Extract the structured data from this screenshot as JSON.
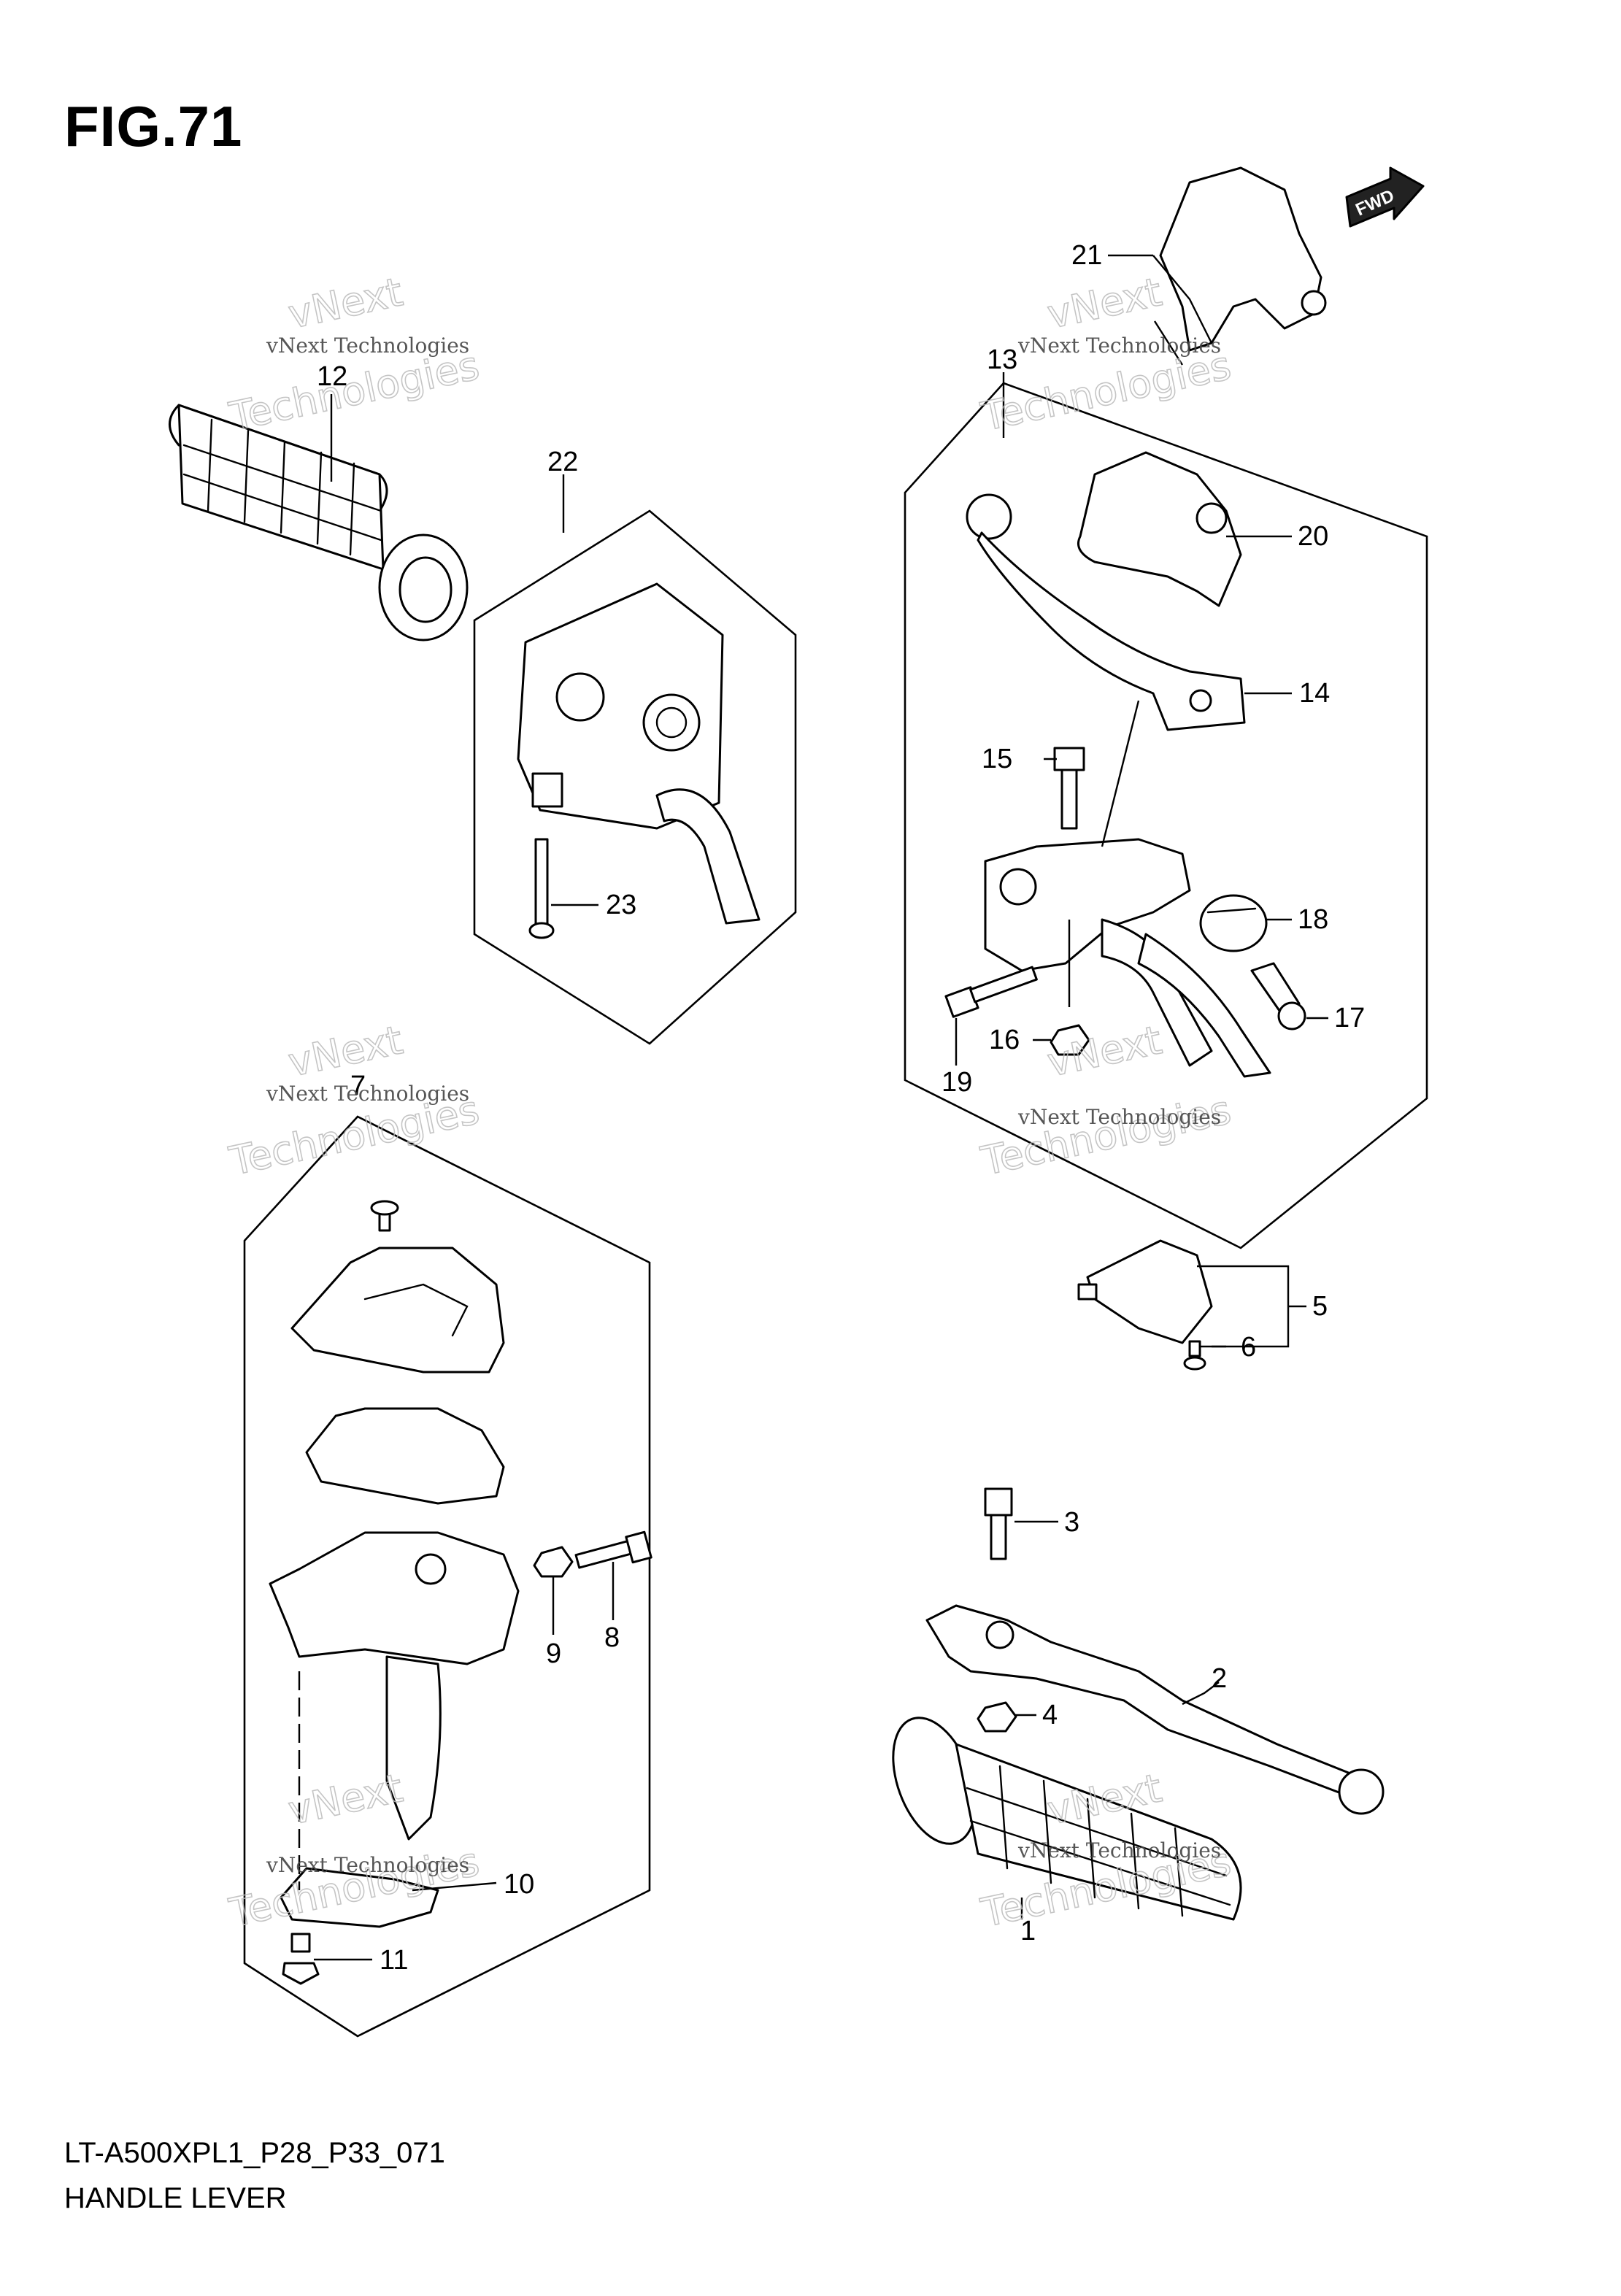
{
  "figure": {
    "title": "FIG.71",
    "model_code": "LT-A500XPL1_P28_P33_071",
    "section_name": "HANDLE LEVER",
    "fwd_label": "FWD"
  },
  "watermark": {
    "line1": "vNext Technologies",
    "line2": "vNext",
    "line3": "Technologies"
  },
  "callouts": [
    {
      "id": "1",
      "label": "1"
    },
    {
      "id": "2",
      "label": "2"
    },
    {
      "id": "3",
      "label": "3"
    },
    {
      "id": "4",
      "label": "4"
    },
    {
      "id": "5",
      "label": "5"
    },
    {
      "id": "6",
      "label": "6"
    },
    {
      "id": "7",
      "label": "7"
    },
    {
      "id": "8",
      "label": "8"
    },
    {
      "id": "9",
      "label": "9"
    },
    {
      "id": "10",
      "label": "10"
    },
    {
      "id": "11",
      "label": "11"
    },
    {
      "id": "12",
      "label": "12"
    },
    {
      "id": "13",
      "label": "13"
    },
    {
      "id": "14",
      "label": "14"
    },
    {
      "id": "15",
      "label": "15"
    },
    {
      "id": "16",
      "label": "16"
    },
    {
      "id": "17",
      "label": "17"
    },
    {
      "id": "18",
      "label": "18"
    },
    {
      "id": "19",
      "label": "19"
    },
    {
      "id": "20",
      "label": "20"
    },
    {
      "id": "21",
      "label": "21"
    },
    {
      "id": "22",
      "label": "22"
    },
    {
      "id": "23",
      "label": "23"
    }
  ]
}
